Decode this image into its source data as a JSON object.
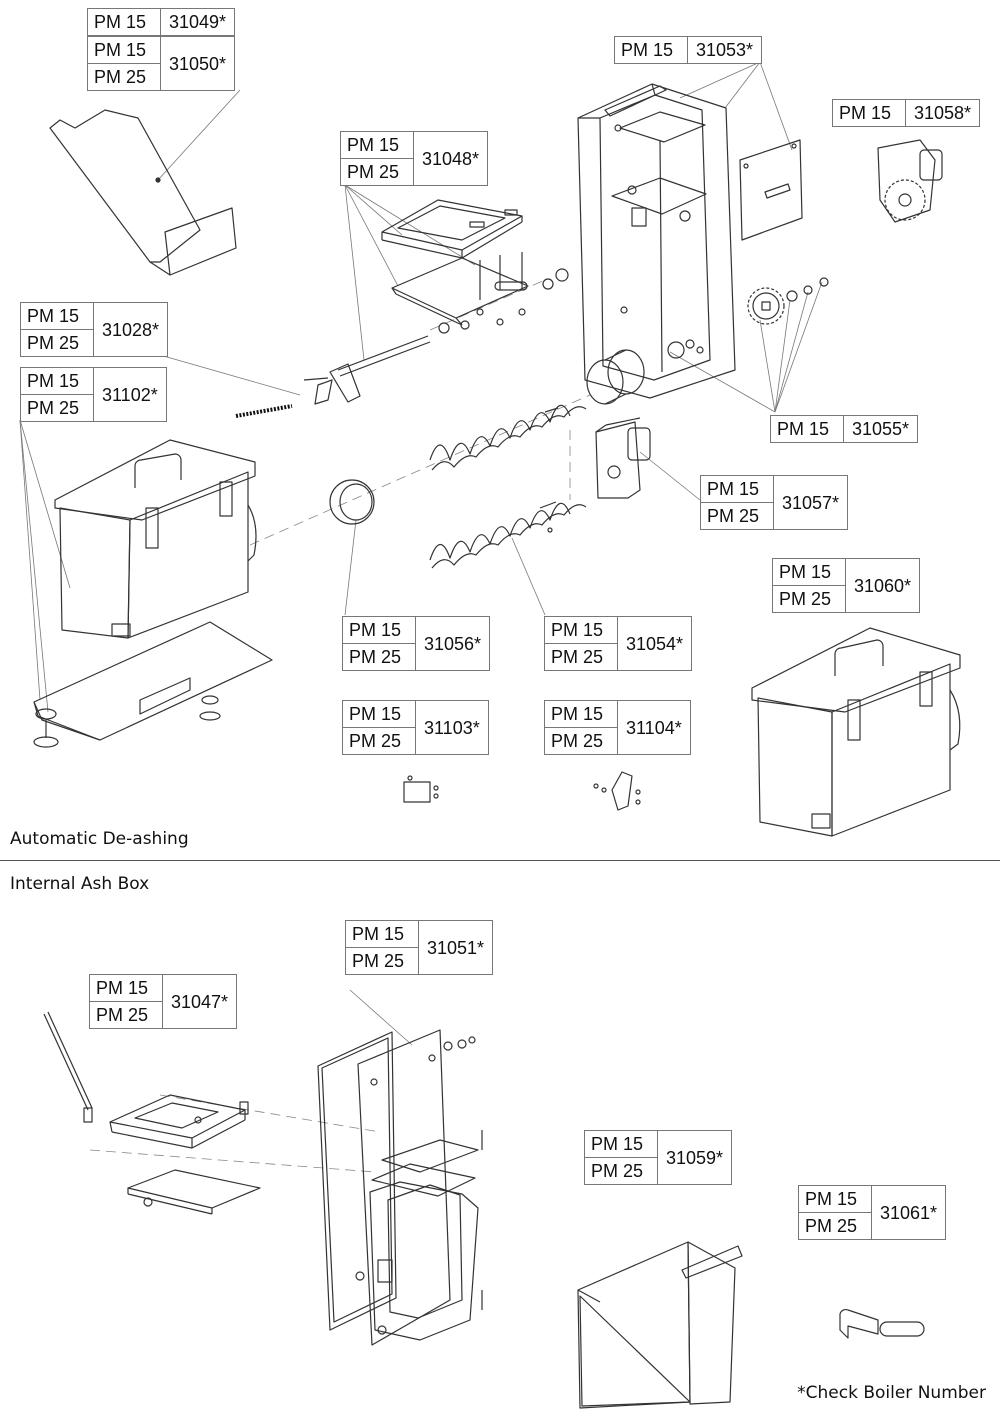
{
  "sections": {
    "automatic": "Automatic De-ashing",
    "internal": "Internal Ash Box"
  },
  "note": "*Check Boiler Number",
  "callouts": [
    {
      "id": "c31049",
      "models": [
        "PM 15"
      ],
      "part": "31049*"
    },
    {
      "id": "c31050",
      "models": [
        "PM 15",
        "PM 25"
      ],
      "part": "31050*"
    },
    {
      "id": "c31053",
      "models": [
        "PM 15"
      ],
      "part": "31053*"
    },
    {
      "id": "c31058",
      "models": [
        "PM 15"
      ],
      "part": "31058*"
    },
    {
      "id": "c31048",
      "models": [
        "PM 15",
        "PM 25"
      ],
      "part": "31048*"
    },
    {
      "id": "c31028",
      "models": [
        "PM 15",
        "PM 25"
      ],
      "part": "31028*"
    },
    {
      "id": "c31102",
      "models": [
        "PM 15",
        "PM 25"
      ],
      "part": "31102*"
    },
    {
      "id": "c31055",
      "models": [
        "PM 15"
      ],
      "part": "31055*"
    },
    {
      "id": "c31057",
      "models": [
        "PM 15",
        "PM 25"
      ],
      "part": "31057*"
    },
    {
      "id": "c31060",
      "models": [
        "PM 15",
        "PM 25"
      ],
      "part": "31060*"
    },
    {
      "id": "c31056",
      "models": [
        "PM 15",
        "PM 25"
      ],
      "part": "31056*"
    },
    {
      "id": "c31054",
      "models": [
        "PM 15",
        "PM 25"
      ],
      "part": "31054*"
    },
    {
      "id": "c31103",
      "models": [
        "PM 15",
        "PM 25"
      ],
      "part": "31103*"
    },
    {
      "id": "c31104",
      "models": [
        "PM 15",
        "PM 25"
      ],
      "part": "31104*"
    },
    {
      "id": "c31051",
      "models": [
        "PM 15",
        "PM 25"
      ],
      "part": "31051*"
    },
    {
      "id": "c31047",
      "models": [
        "PM 15",
        "PM 25"
      ],
      "part": "31047*"
    },
    {
      "id": "c31059",
      "models": [
        "PM 15",
        "PM 25"
      ],
      "part": "31059*"
    },
    {
      "id": "c31061",
      "models": [
        "PM 15",
        "PM 25"
      ],
      "part": "31061*"
    }
  ]
}
